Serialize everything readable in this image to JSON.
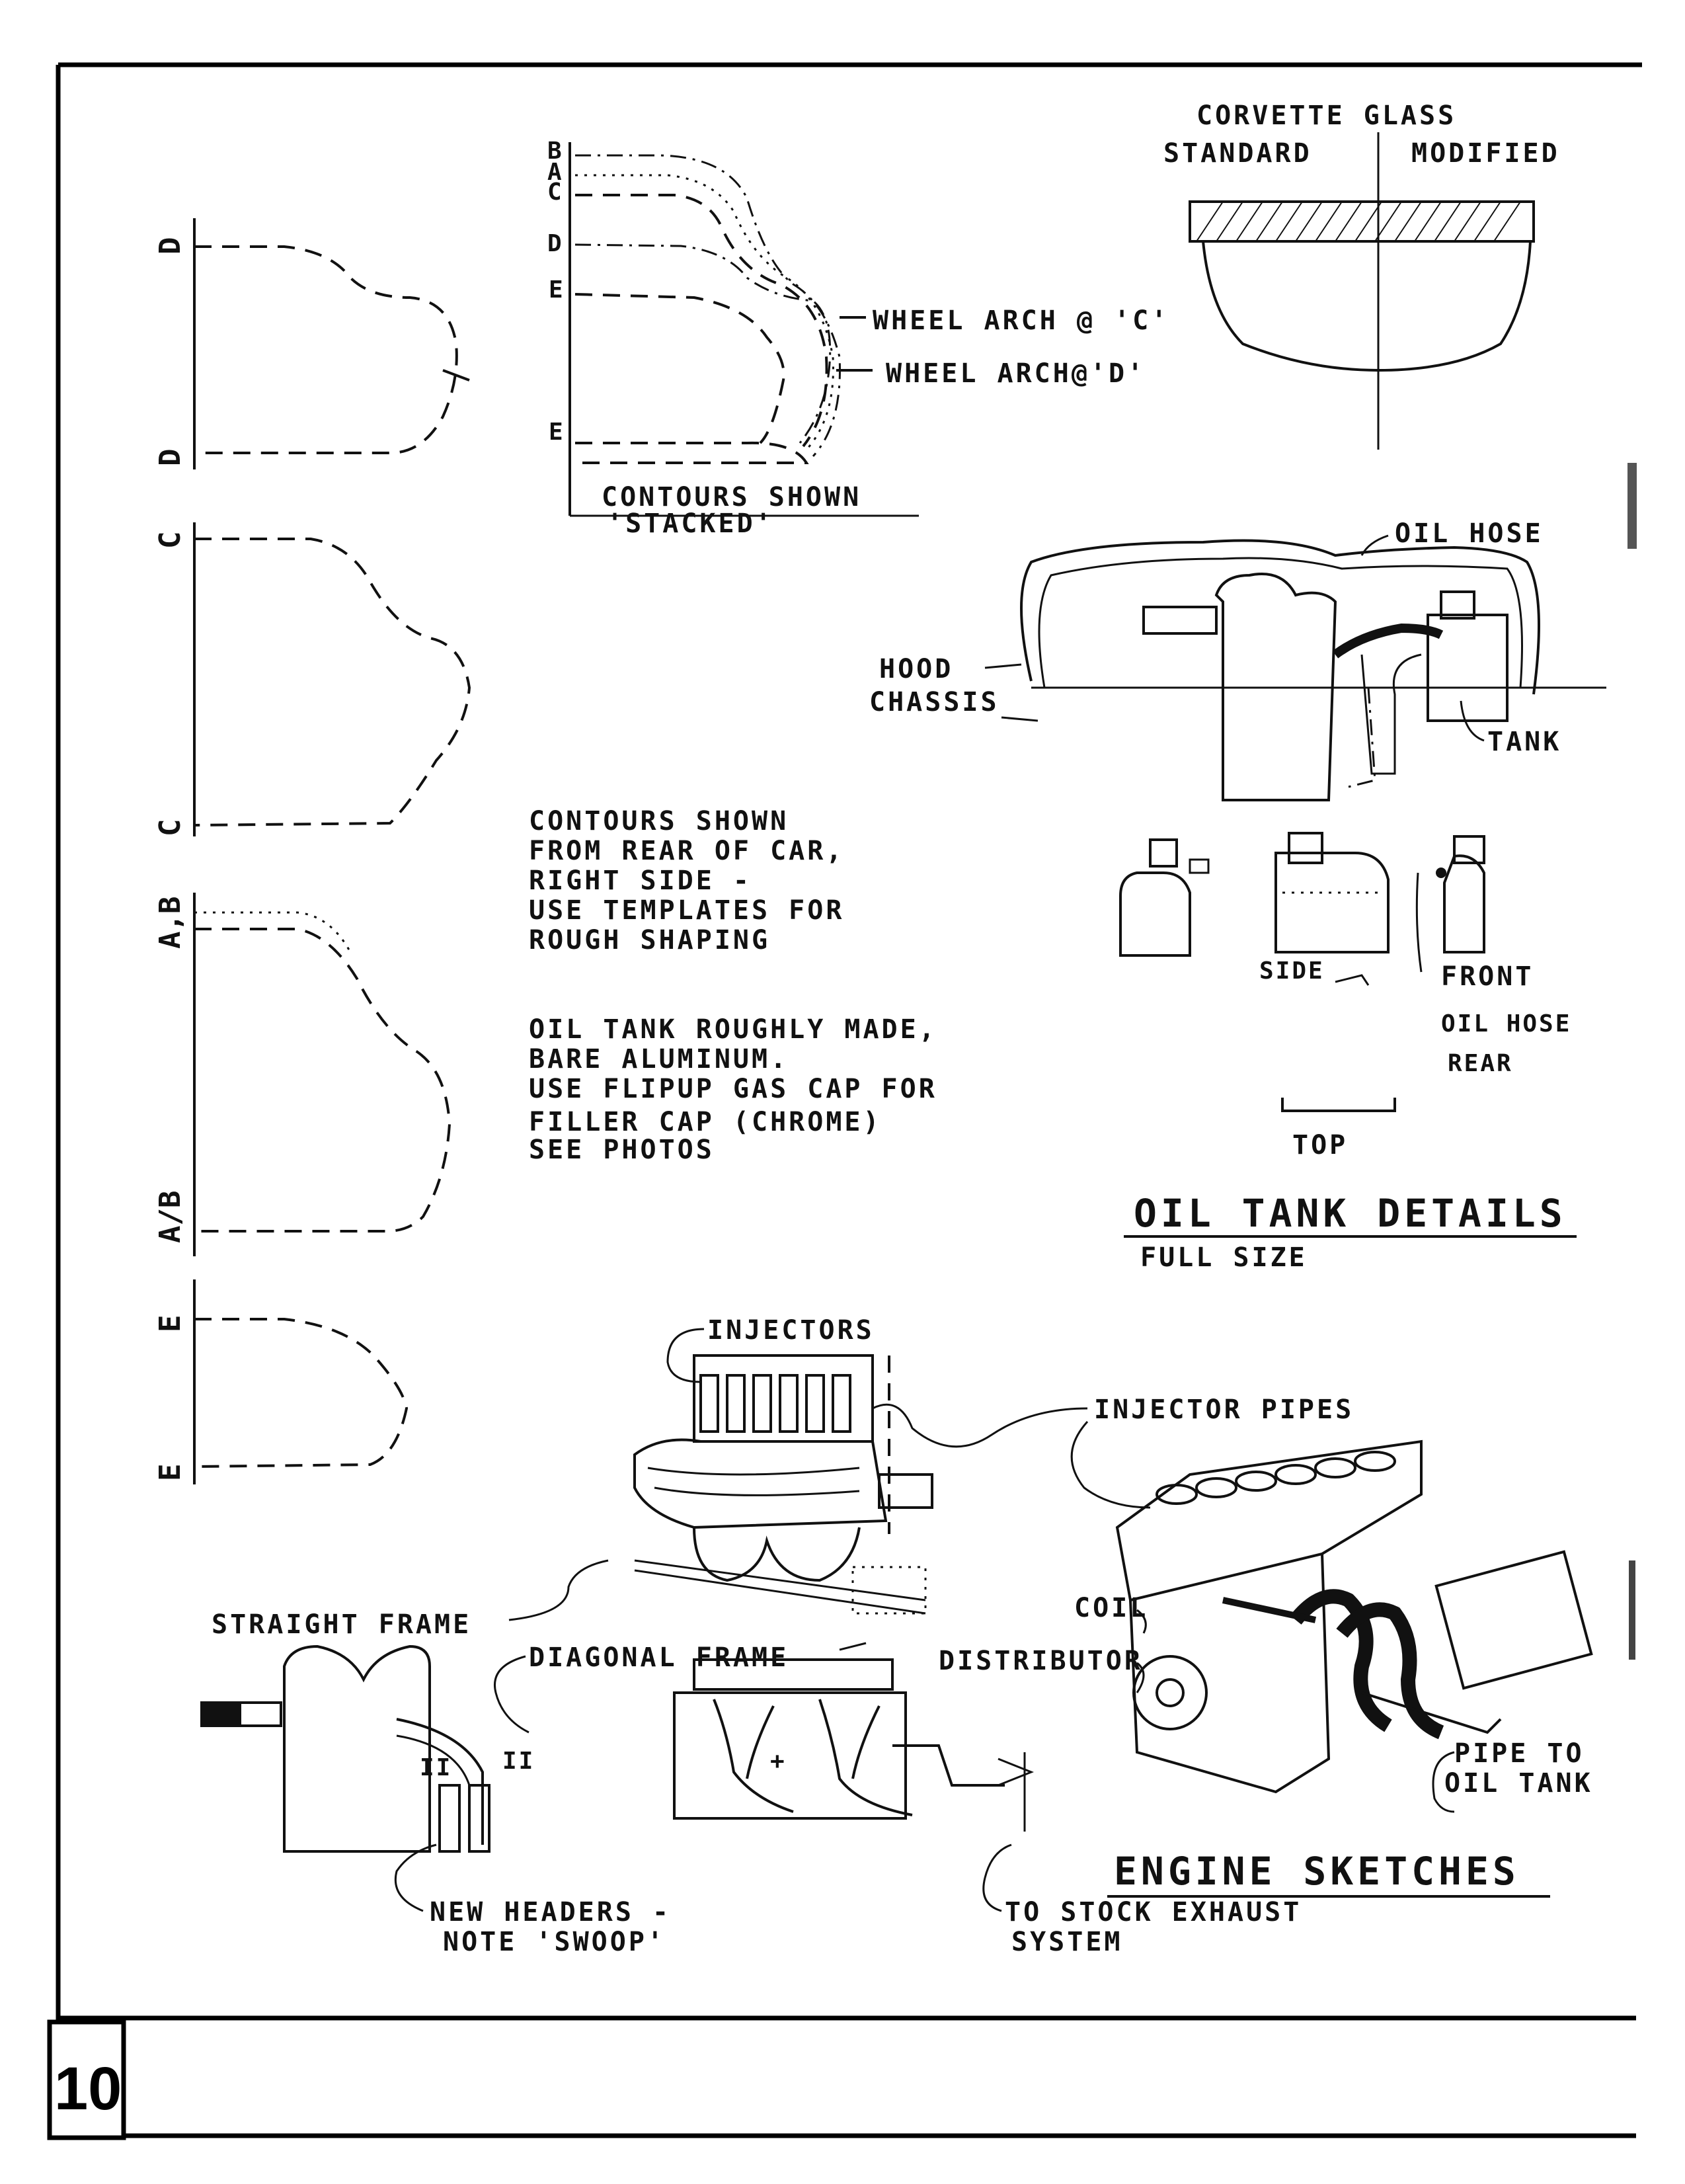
{
  "page_number": "10",
  "templates": [
    {
      "top": "D",
      "bottom": "D"
    },
    {
      "top": "C",
      "bottom": "C"
    },
    {
      "top": "A,B",
      "bottom": "A/B"
    },
    {
      "top": "E",
      "bottom": "E"
    }
  ],
  "stacked": {
    "levels": [
      "B",
      "A",
      "C",
      "D",
      "E",
      "E"
    ],
    "callout_c": "WHEEL ARCH @ 'C'",
    "callout_d": "WHEEL ARCH@'D'",
    "caption_1": "CONTOURS SHOWN",
    "caption_2": "'STACKED'"
  },
  "glass": {
    "title": "CORVETTE GLASS",
    "left": "STANDARD",
    "right": "MODIFIED"
  },
  "oil_layout": {
    "oil_hose": "OIL HOSE",
    "hood": "HOOD",
    "chassis": "CHASSIS",
    "tank": "TANK"
  },
  "tank_views": {
    "side": "SIDE",
    "front": "FRONT",
    "oil_hose_1": "OIL HOSE",
    "rear": "REAR",
    "top": "TOP"
  },
  "notes": {
    "contours": [
      "CONTOURS SHOWN",
      "FROM REAR OF CAR,",
      "RIGHT SIDE -",
      "USE TEMPLATES FOR",
      "ROUGH SHAPING"
    ],
    "oil_tank": [
      "OIL TANK ROUGHLY MADE,",
      "BARE ALUMINUM.",
      "USE FLIPUP GAS CAP FOR",
      "FILLER CAP (CHROME)",
      "SEE PHOTOS"
    ]
  },
  "oil_tank_details": {
    "title": "OIL TANK DETAILS",
    "subtitle": "FULL SIZE"
  },
  "engine": {
    "injectors": "INJECTORS",
    "injector_pipes": "INJECTOR PIPES",
    "coil": "COIL",
    "distributor": "DISTRIBUTOR",
    "pipe_to_1": "PIPE TO",
    "pipe_to_2": "OIL TANK",
    "straight_frame": "STRAIGHT FRAME",
    "diagonal_frame": "DIAGONAL FRAME",
    "headers_1": "NEW HEADERS -",
    "headers_2": "NOTE 'SWOOP'",
    "exhaust_1": "TO STOCK EXHAUST",
    "exhaust_2": "SYSTEM",
    "title": "ENGINE SKETCHES"
  }
}
